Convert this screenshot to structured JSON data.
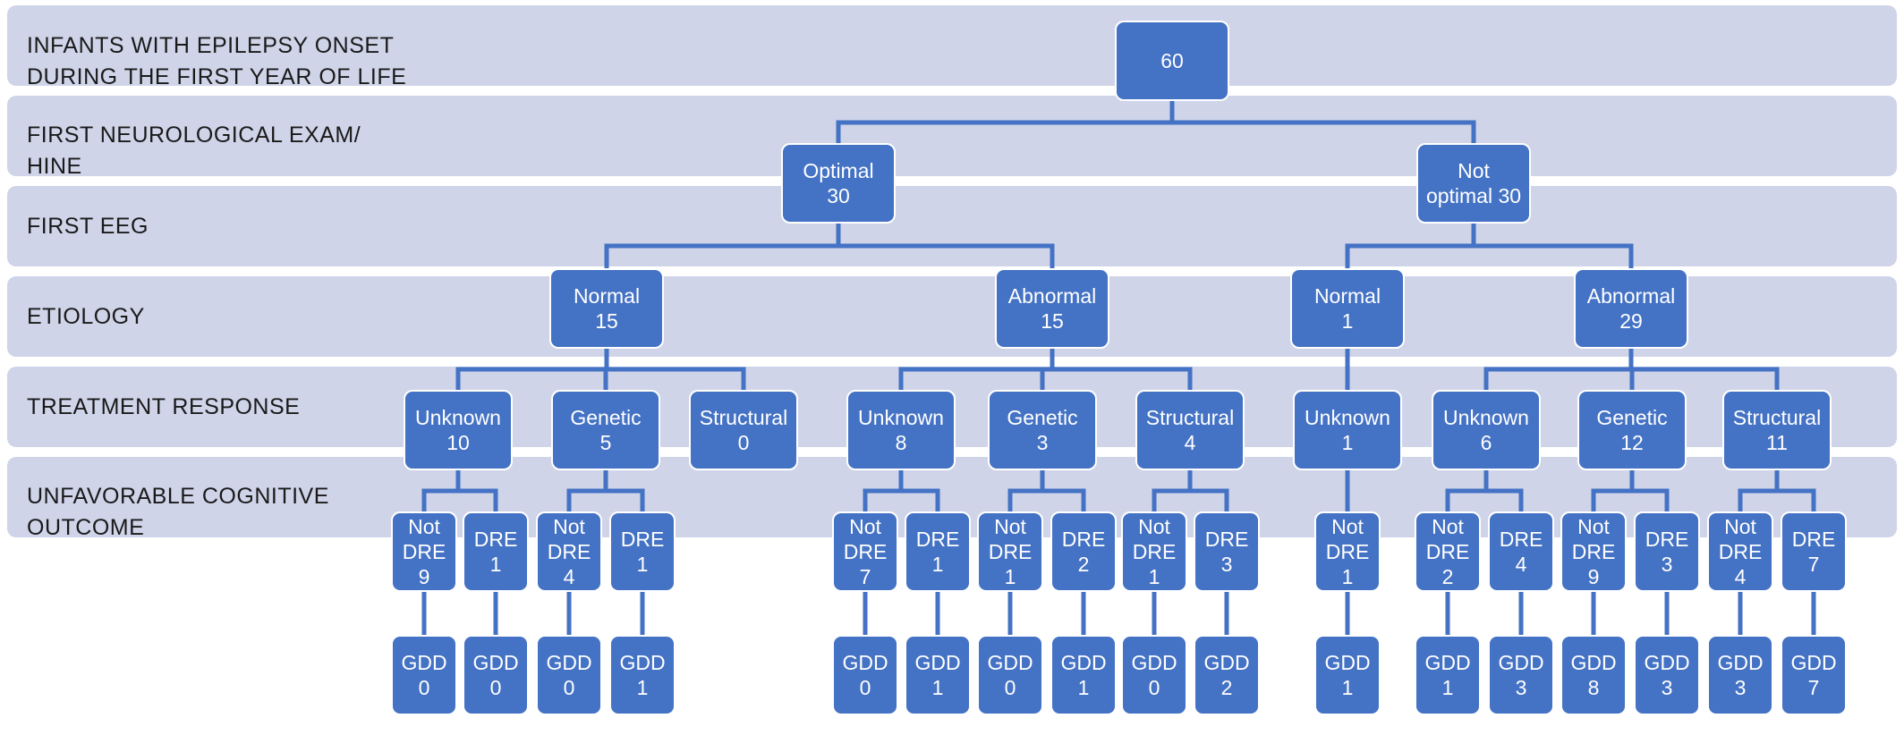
{
  "colors": {
    "band": "#cfd4e9",
    "node": "#4472c4",
    "line": "#4472c4",
    "text": "#1a1a1a"
  },
  "rows": [
    {
      "id": "onset",
      "label": "INFANTS WITH EPILEPSY ONSET\nDURING THE FIRST YEAR OF LIFE"
    },
    {
      "id": "exam",
      "label": "FIRST NEUROLOGICAL EXAM/\nHINE"
    },
    {
      "id": "eeg",
      "label": "FIRST EEG"
    },
    {
      "id": "etiology",
      "label": "ETIOLOGY"
    },
    {
      "id": "treatment",
      "label": "TREATMENT RESPONSE"
    },
    {
      "id": "outcome",
      "label": "UNFAVORABLE COGNITIVE\nOUTCOME"
    }
  ],
  "tree": {
    "lines": [
      "60"
    ],
    "children": [
      {
        "lines": [
          "Optimal",
          "30"
        ],
        "children": [
          {
            "lines": [
              "Normal",
              "15"
            ],
            "children": [
              {
                "lines": [
                  "Unknown",
                  "10"
                ],
                "children": [
                  {
                    "lines": [
                      "Not",
                      "DRE",
                      "9"
                    ],
                    "children": [
                      {
                        "lines": [
                          "GDD",
                          "0"
                        ]
                      }
                    ]
                  },
                  {
                    "lines": [
                      "DRE",
                      "1"
                    ],
                    "children": [
                      {
                        "lines": [
                          "GDD",
                          "0"
                        ]
                      }
                    ]
                  }
                ]
              },
              {
                "lines": [
                  "Genetic",
                  "5"
                ],
                "children": [
                  {
                    "lines": [
                      "Not",
                      "DRE",
                      "4"
                    ],
                    "children": [
                      {
                        "lines": [
                          "GDD",
                          "0"
                        ]
                      }
                    ]
                  },
                  {
                    "lines": [
                      "DRE",
                      "1"
                    ],
                    "children": [
                      {
                        "lines": [
                          "GDD",
                          "1"
                        ]
                      }
                    ]
                  }
                ]
              },
              {
                "lines": [
                  "Structural",
                  "0"
                ]
              }
            ]
          },
          {
            "lines": [
              "Abnormal",
              "15"
            ],
            "children": [
              {
                "lines": [
                  "Unknown",
                  "8"
                ],
                "children": [
                  {
                    "lines": [
                      "Not",
                      "DRE",
                      "7"
                    ],
                    "children": [
                      {
                        "lines": [
                          "GDD",
                          "0"
                        ]
                      }
                    ]
                  },
                  {
                    "lines": [
                      "DRE",
                      "1"
                    ],
                    "children": [
                      {
                        "lines": [
                          "GDD",
                          "1"
                        ]
                      }
                    ]
                  }
                ]
              },
              {
                "lines": [
                  "Genetic",
                  "3"
                ],
                "children": [
                  {
                    "lines": [
                      "Not",
                      "DRE",
                      "1"
                    ],
                    "children": [
                      {
                        "lines": [
                          "GDD",
                          "0"
                        ]
                      }
                    ]
                  },
                  {
                    "lines": [
                      "DRE",
                      "2"
                    ],
                    "children": [
                      {
                        "lines": [
                          "GDD",
                          "1"
                        ]
                      }
                    ]
                  }
                ]
              },
              {
                "lines": [
                  "Structural",
                  "4"
                ],
                "children": [
                  {
                    "lines": [
                      "Not",
                      "DRE",
                      "1"
                    ],
                    "children": [
                      {
                        "lines": [
                          "GDD",
                          "0"
                        ]
                      }
                    ]
                  },
                  {
                    "lines": [
                      "DRE",
                      "3"
                    ],
                    "children": [
                      {
                        "lines": [
                          "GDD",
                          "2"
                        ]
                      }
                    ]
                  }
                ]
              }
            ]
          }
        ]
      },
      {
        "lines": [
          "Not",
          "optimal 30"
        ],
        "children": [
          {
            "lines": [
              "Normal",
              "1"
            ],
            "children": [
              {
                "lines": [
                  "Unknown",
                  "1"
                ],
                "children": [
                  {
                    "lines": [
                      "Not",
                      "DRE",
                      "1"
                    ],
                    "children": [
                      {
                        "lines": [
                          "GDD",
                          "1"
                        ]
                      }
                    ]
                  }
                ]
              }
            ]
          },
          {
            "lines": [
              "Abnormal",
              "29"
            ],
            "children": [
              {
                "lines": [
                  "Unknown",
                  "6"
                ],
                "children": [
                  {
                    "lines": [
                      "Not",
                      "DRE",
                      "2"
                    ],
                    "children": [
                      {
                        "lines": [
                          "GDD",
                          "1"
                        ]
                      }
                    ]
                  },
                  {
                    "lines": [
                      "DRE",
                      "4"
                    ],
                    "children": [
                      {
                        "lines": [
                          "GDD",
                          "3"
                        ]
                      }
                    ]
                  }
                ]
              },
              {
                "lines": [
                  "Genetic",
                  "12"
                ],
                "children": [
                  {
                    "lines": [
                      "Not",
                      "DRE",
                      "9"
                    ],
                    "children": [
                      {
                        "lines": [
                          "GDD",
                          "8"
                        ]
                      }
                    ]
                  },
                  {
                    "lines": [
                      "DRE",
                      "3"
                    ],
                    "children": [
                      {
                        "lines": [
                          "GDD",
                          "3"
                        ]
                      }
                    ]
                  }
                ]
              },
              {
                "lines": [
                  "Structural",
                  "11"
                ],
                "children": [
                  {
                    "lines": [
                      "Not",
                      "DRE",
                      "4"
                    ],
                    "children": [
                      {
                        "lines": [
                          "GDD",
                          "3"
                        ]
                      }
                    ]
                  },
                  {
                    "lines": [
                      "DRE",
                      "7"
                    ],
                    "children": [
                      {
                        "lines": [
                          "GDD",
                          "7"
                        ]
                      }
                    ]
                  }
                ]
              }
            ]
          }
        ]
      }
    ]
  }
}
